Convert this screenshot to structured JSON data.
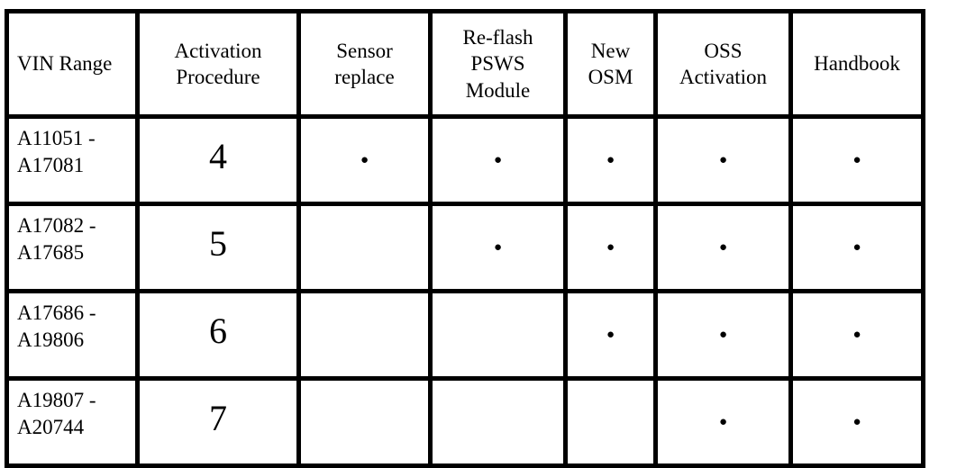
{
  "table": {
    "headers": {
      "vin_range": "VIN Range",
      "activation_procedure": "Activation\nProcedure",
      "sensor_replace": "Sensor\nreplace",
      "reflash_psws_module": "Re-flash\nPSWS\nModule",
      "new_osm": "New\nOSM",
      "oss_activation": "OSS\nActivation",
      "handbook": "Handbook"
    },
    "dot_marker": "●",
    "rows": [
      {
        "vin": "A11051 -\nA17081",
        "procedure": "4",
        "sensor_replace": "●",
        "reflash_psws_module": "●",
        "new_osm": "●",
        "oss_activation": "●",
        "handbook": "●"
      },
      {
        "vin": "A17082 -\nA17685",
        "procedure": "5",
        "sensor_replace": "",
        "reflash_psws_module": "●",
        "new_osm": "●",
        "oss_activation": "●",
        "handbook": "●"
      },
      {
        "vin": "A17686 -\nA19806",
        "procedure": "6",
        "sensor_replace": "",
        "reflash_psws_module": "",
        "new_osm": "●",
        "oss_activation": "●",
        "handbook": "●"
      },
      {
        "vin": "A19807 -\nA20744",
        "procedure": "7",
        "sensor_replace": "",
        "reflash_psws_module": "",
        "new_osm": "",
        "oss_activation": "●",
        "handbook": "●"
      }
    ]
  }
}
